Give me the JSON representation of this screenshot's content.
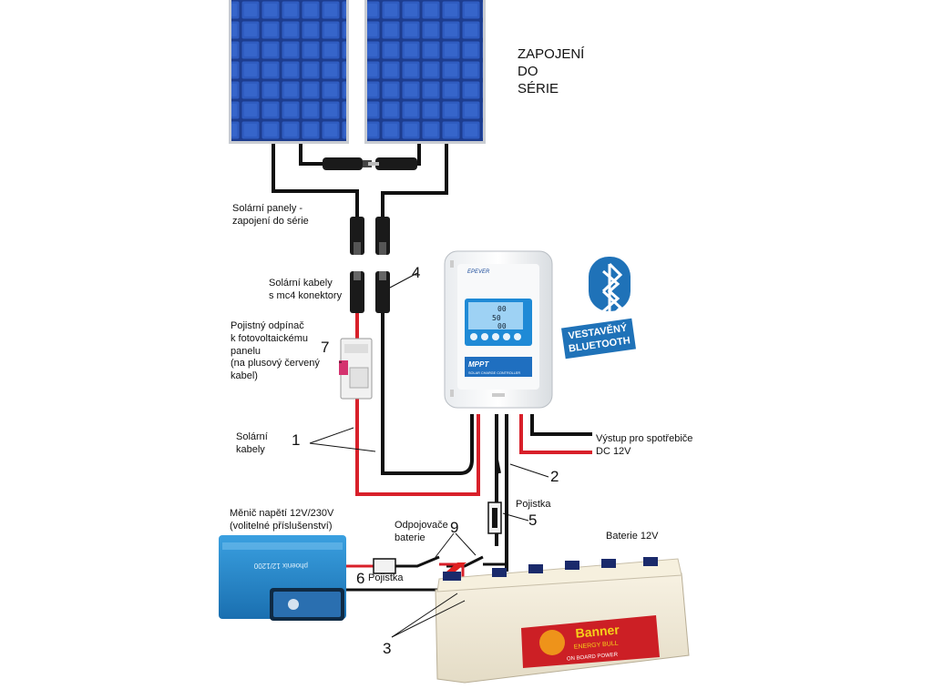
{
  "title": {
    "line1": "ZAPOJENÍ",
    "line2": "DO",
    "line3": "SÉRIE"
  },
  "labels": {
    "panels_series": "Solární panely -",
    "panels_series2": "zapojení do série",
    "cables_mc4": "Solární kabely",
    "cables_mc4_2": "s mc4 konektory",
    "breaker_1": "Pojistný odpínač",
    "breaker_2": "k fotovoltaickému",
    "breaker_3": "panelu",
    "breaker_4": "(na plusový červený",
    "breaker_5": "kabel)",
    "solar_cables": "Solární",
    "solar_cables2": "kabely",
    "output_1": "Výstup pro spotřebiče",
    "output_2": "DC 12V",
    "fuse": "Pojistka",
    "inverter_1": "Měnič napětí 12V/230V",
    "inverter_2": "(volitelné příslušenství)",
    "disconnect_1": "Odpojovače",
    "disconnect_2": "baterie",
    "battery": "Baterie 12V",
    "fuse6": "Pojistka"
  },
  "numbers": {
    "n1": "1",
    "n2": "2",
    "n3": "3",
    "n4": "4",
    "n5": "5",
    "n6": "6",
    "n7": "7",
    "n9": "9"
  },
  "badge": {
    "line1": "VESTAVĚNÝ",
    "line2": "BLUETOOTH"
  },
  "controller": {
    "brand": "EPEVER",
    "model": "MPPT",
    "subtitle": "SOLAR CHARGE CONTROLLER",
    "lcd1": "00",
    "lcd2": "50",
    "lcd3": "00"
  },
  "battery_brand": {
    "name": "Banner",
    "sub": "ENERGY BULL",
    "sub2": "ON BOARD POWER"
  },
  "inverter_brand": {
    "name": "phoenix 12/1200"
  },
  "colors": {
    "panel_blue": "#1d3d8f",
    "cell_blue": "#2a52b3",
    "wire_red": "#d8202a",
    "wire_black": "#111111",
    "bt_blue": "#1f72b8",
    "inverter_blue": "#1f84c9"
  }
}
